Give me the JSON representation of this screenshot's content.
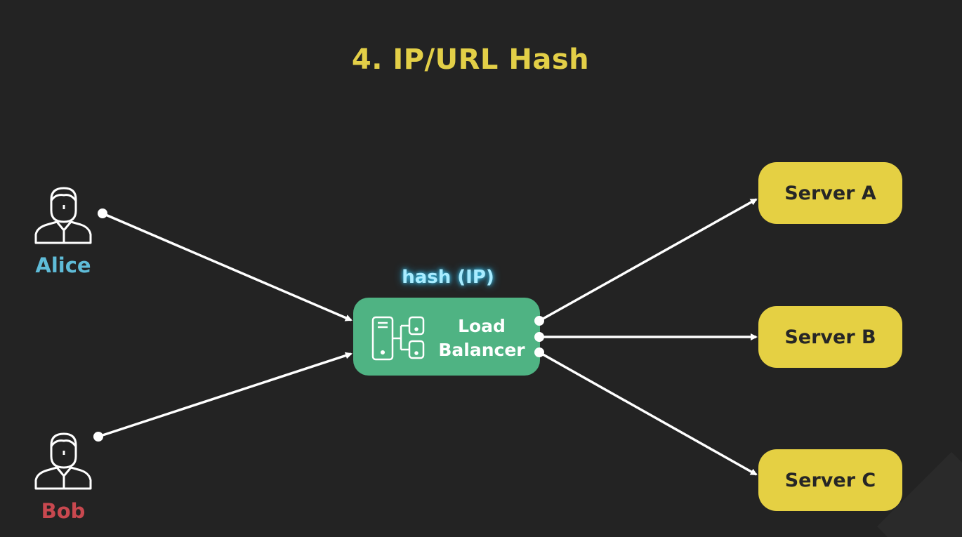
{
  "title": "4. IP/URL Hash",
  "clients": [
    {
      "name": "Alice",
      "color": "#5fbcd8"
    },
    {
      "name": "Bob",
      "color": "#c8484f"
    }
  ],
  "load_balancer": {
    "tag": "hash (IP)",
    "label_line1": "Load",
    "label_line2": "Balancer",
    "color": "#4fb383"
  },
  "servers": [
    {
      "label": "Server A"
    },
    {
      "label": "Server B"
    },
    {
      "label": "Server C"
    }
  ],
  "colors": {
    "background": "#232323",
    "title": "#e3cf47",
    "server": "#e5d043",
    "hash_glow": "#a8ecff",
    "wire": "#ffffff"
  }
}
